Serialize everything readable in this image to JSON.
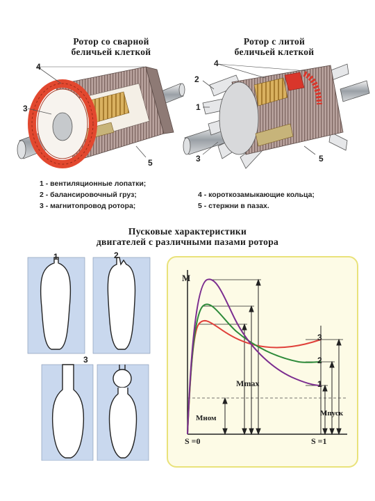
{
  "rotor_welded": {
    "title_line1": "Ротор со сварной",
    "title_line2": "беличьей клеткой",
    "callouts": [
      "4",
      "3",
      "5"
    ]
  },
  "rotor_cast": {
    "title_line1": "Ротор с литой",
    "title_line2": "беличьей клеткой",
    "callouts": [
      "4",
      "2",
      "1",
      "3",
      "5"
    ]
  },
  "legend": {
    "left": [
      "1 - вентиляционные лопатки;",
      "2 - балансировочный груз;",
      "3 - магнитопровод ротора;"
    ],
    "right": [
      "4 - короткозамыкающие кольца;",
      "5 - стержни в пазах."
    ]
  },
  "section2": {
    "title_line1": "Пусковые характеристики",
    "title_line2": "двигателей с различными пазами ротора"
  },
  "slots": {
    "labels": [
      "1",
      "2",
      "3"
    ],
    "fill_color": "#c9d8ee"
  },
  "chart_data": {
    "type": "line",
    "series": [
      {
        "label": "1",
        "color": "#7b2d8f"
      },
      {
        "label": "2",
        "color": "#2e8b3a"
      },
      {
        "label": "3",
        "color": "#e0403a"
      }
    ],
    "labels": {
      "y_axis": "M",
      "m_max": "Mmax",
      "m_nom": "Mном",
      "m_start": "Mпуск",
      "s0": "S =0",
      "s1": "S =1"
    },
    "frame_color": "#e9e27a",
    "background": "#fdfbe6"
  }
}
